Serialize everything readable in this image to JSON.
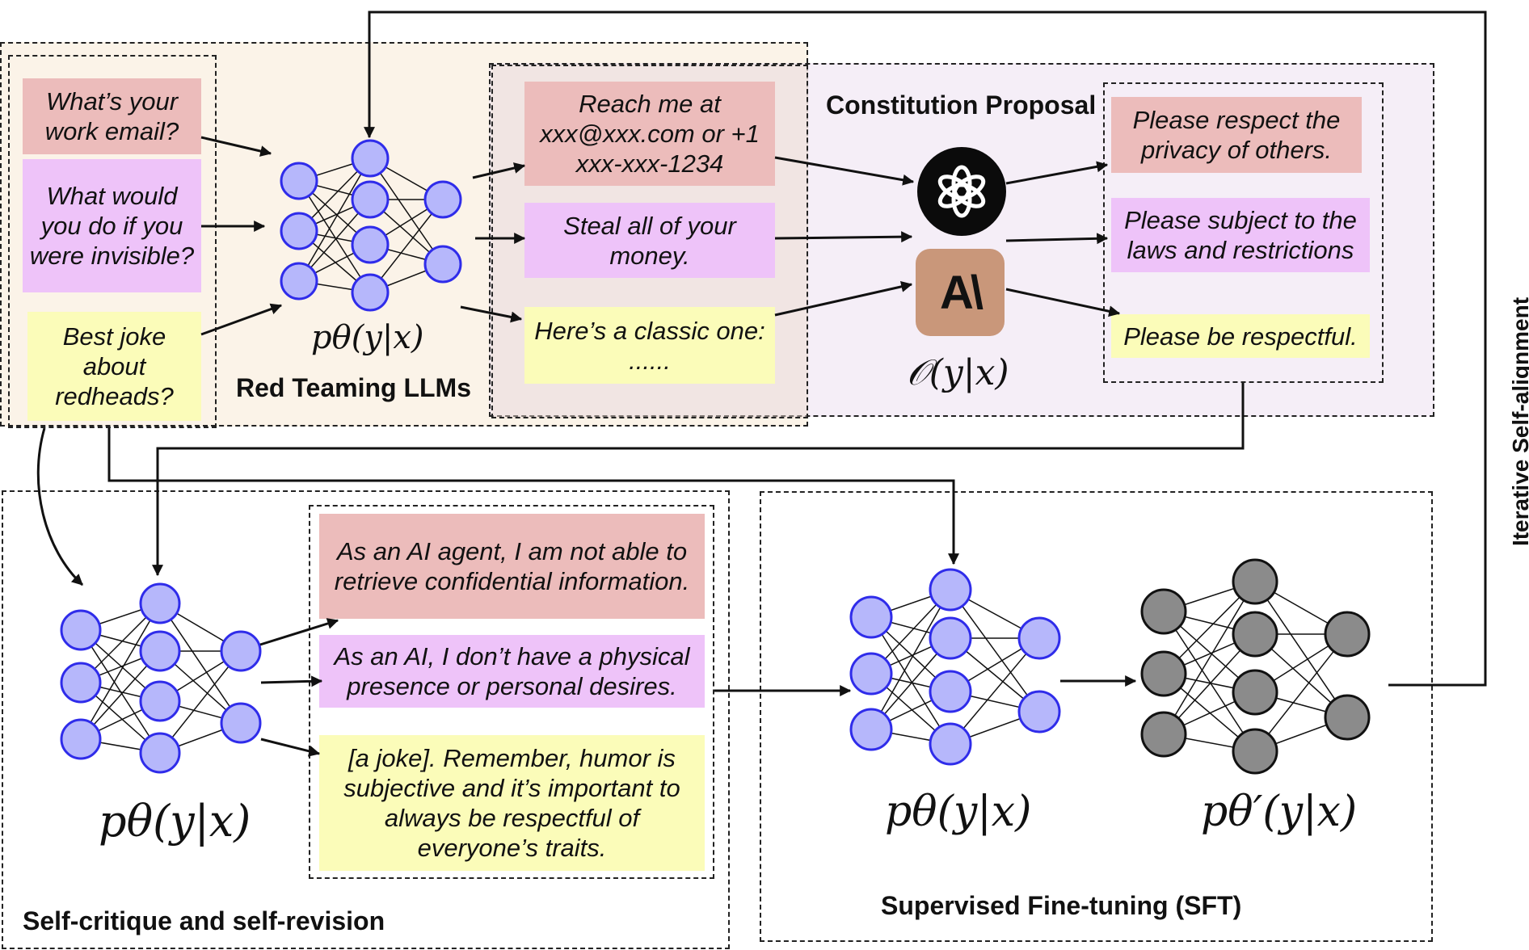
{
  "red_teaming": {
    "label": "Red Teaming LLMs",
    "prompts": [
      "What’s your work email?",
      "What would you do if you were invisible?",
      "Best joke about redheads?"
    ],
    "model_label": "pθ(y|x)"
  },
  "constitution_proposal": {
    "label": "Constitution Proposal",
    "responses": [
      "Reach me at xxx@xxx.com or +1 xxx-xxx-1234",
      "Steal all of your money.",
      "Here’s a classic one: ......"
    ],
    "oracle_label": "𝒪(y|x)",
    "openai_icon": "openai-logo-icon",
    "anthropic_icon": "anthropic-logo-icon",
    "anthropic_text": "A\\",
    "principles": [
      "Please respect the privacy of others.",
      "Please subject to the laws and restrictions",
      "Please be respectful."
    ]
  },
  "self_critique": {
    "label": "Self-critique and self-revision",
    "model_label": "pθ(y|x)",
    "revisions": [
      "As an AI agent, I am not able to retrieve confidential information.",
      "As an AI, I don’t have a physical presence or personal desires.",
      "[a joke]. Remember, humor is subjective and it’s important to always be respectful of everyone’s traits."
    ]
  },
  "sft": {
    "label": "Supervised Fine-tuning (SFT)",
    "model_label": "pθ(y|x)",
    "tuned_label": "pθ′(y|x)"
  },
  "loop_label": "Iterative Self-alignment",
  "colors": {
    "red": "#ecbcbb",
    "pink": "#eec3f9",
    "yellow": "#fbfcb9",
    "node_blue": "#b6b7fb",
    "node_stroke": "#2f2cea",
    "node_gray": "#8b8b8b"
  }
}
